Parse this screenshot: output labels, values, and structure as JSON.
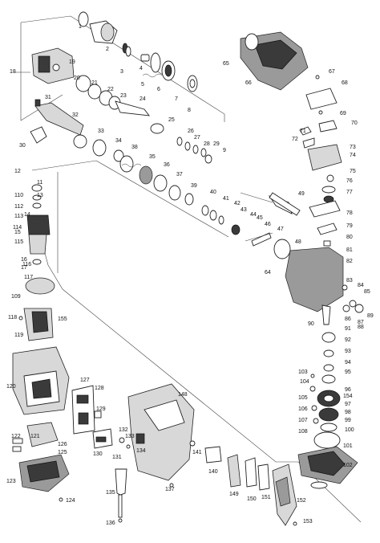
{
  "diagram": {
    "part_labels": [
      "1",
      "2",
      "3",
      "4",
      "5",
      "6",
      "7",
      "8",
      "9",
      "11",
      "12",
      "13",
      "14",
      "15",
      "16",
      "17",
      "18",
      "19",
      "20",
      "21",
      "22",
      "23",
      "24",
      "25",
      "26",
      "27",
      "28",
      "29",
      "30",
      "31",
      "32",
      "33",
      "34",
      "35",
      "36",
      "37",
      "38",
      "39",
      "40",
      "41",
      "42",
      "43",
      "44",
      "45",
      "46",
      "47",
      "48",
      "49",
      "64",
      "65",
      "66",
      "67",
      "68",
      "69",
      "70",
      "71",
      "72",
      "73",
      "74",
      "75",
      "76",
      "77",
      "78",
      "79",
      "80",
      "81",
      "82",
      "83",
      "84",
      "85",
      "86",
      "87",
      "88",
      "89",
      "90",
      "91",
      "92",
      "93",
      "94",
      "95",
      "96",
      "97",
      "98",
      "99",
      "100",
      "101",
      "102",
      "103",
      "104",
      "105",
      "106",
      "107",
      "108",
      "109",
      "110",
      "112",
      "113",
      "114",
      "115",
      "116",
      "117",
      "118",
      "119",
      "120",
      "121",
      "122",
      "123",
      "124",
      "125",
      "126",
      "127",
      "128",
      "129",
      "130",
      "131",
      "132",
      "133",
      "134",
      "135",
      "136",
      "137",
      "140",
      "141",
      "148",
      "149",
      "150",
      "151",
      "152",
      "153",
      "154",
      "155"
    ]
  }
}
